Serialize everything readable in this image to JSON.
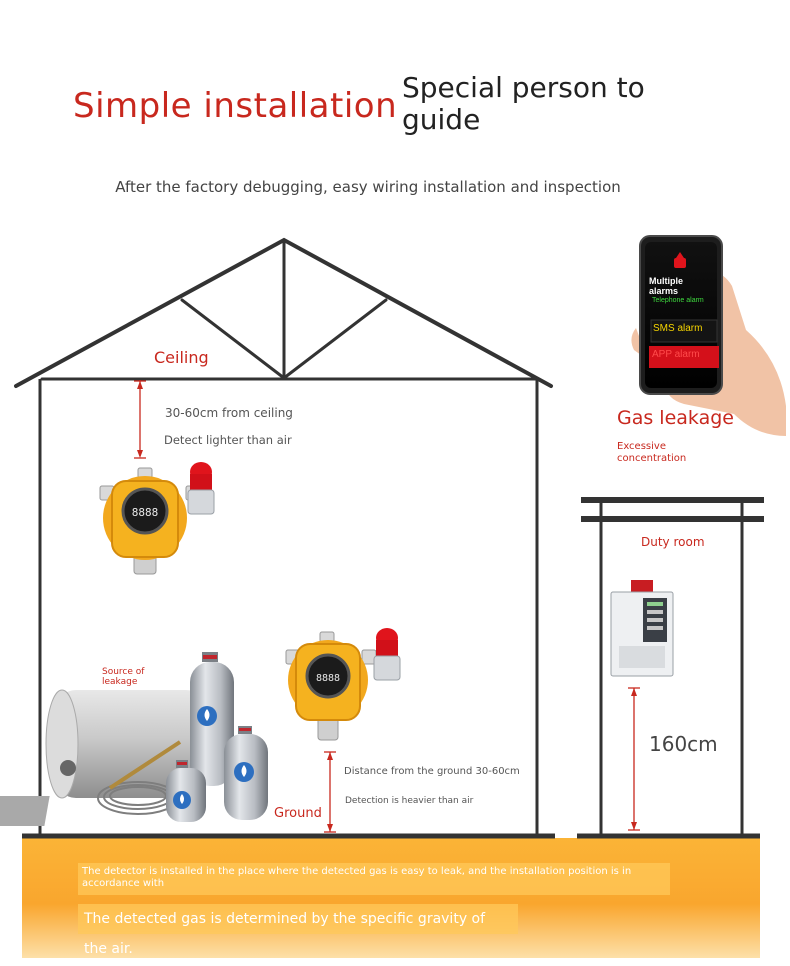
{
  "header": {
    "title_main": "Simple installation",
    "title_sub": "Special person to guide",
    "subtitle": "After the factory debugging, easy wiring installation and inspection"
  },
  "house": {
    "ceiling_label": "Ceiling",
    "ceiling_distance": "30-60cm from ceiling",
    "ceiling_note": "Detect lighter than air",
    "source_label": "Source of leakage",
    "ground_label": "Ground",
    "ground_distance": "Distance from the ground 30-60cm",
    "ground_note": "Detection is heavier than air",
    "detector_display": "8888"
  },
  "phone": {
    "multiple_alarms": "Multiple alarms",
    "telephone_alarm": "Telephone alarm",
    "sms_alarm": "SMS alarm",
    "app_alarm": "APP alarm",
    "gas_leakage": "Gas leakage",
    "excessive": "Excessive concentration"
  },
  "duty_room": {
    "label": "Duty room",
    "height": "160cm"
  },
  "footer": {
    "line1": "The detector is installed in the place where the detected gas is easy to leak, and the installation position is in accordance with",
    "line2": "The detected gas is determined by the specific gravity of the air."
  },
  "colors": {
    "accent_red": "#c8281e",
    "detector_yellow": "#f2a81d",
    "band_orange": "#fbb437"
  }
}
